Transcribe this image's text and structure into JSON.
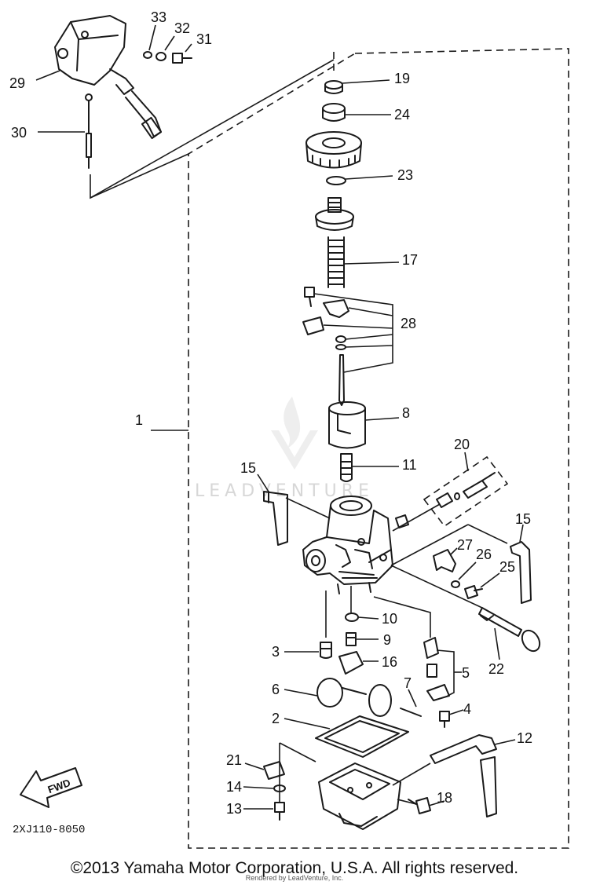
{
  "diagram": {
    "callouts": {
      "c1": "1",
      "c2": "2",
      "c3": "3",
      "c4": "4",
      "c5": "5",
      "c6": "6",
      "c7": "7",
      "c8": "8",
      "c9": "9",
      "c10": "10",
      "c11": "11",
      "c12": "12",
      "c13": "13",
      "c14": "14",
      "c15a": "15",
      "c15b": "15",
      "c16": "16",
      "c17": "17",
      "c18": "18",
      "c19": "19",
      "c20": "20",
      "c21": "21",
      "c22": "22",
      "c23": "23",
      "c24": "24",
      "c25": "25",
      "c26": "26",
      "c27": "27",
      "c28": "28",
      "c29": "29",
      "c30": "30",
      "c31": "31",
      "c32": "32",
      "c33": "33"
    },
    "fwd_label": "FWD",
    "drawing_code": "2XJ110-8050",
    "watermark": "LEADVENTURE"
  },
  "footer": {
    "copyright": "©2013 Yamaha Motor Corporation, U.S.A. All rights reserved.",
    "rendered_by": "Rendered by LeadVenture, Inc."
  }
}
